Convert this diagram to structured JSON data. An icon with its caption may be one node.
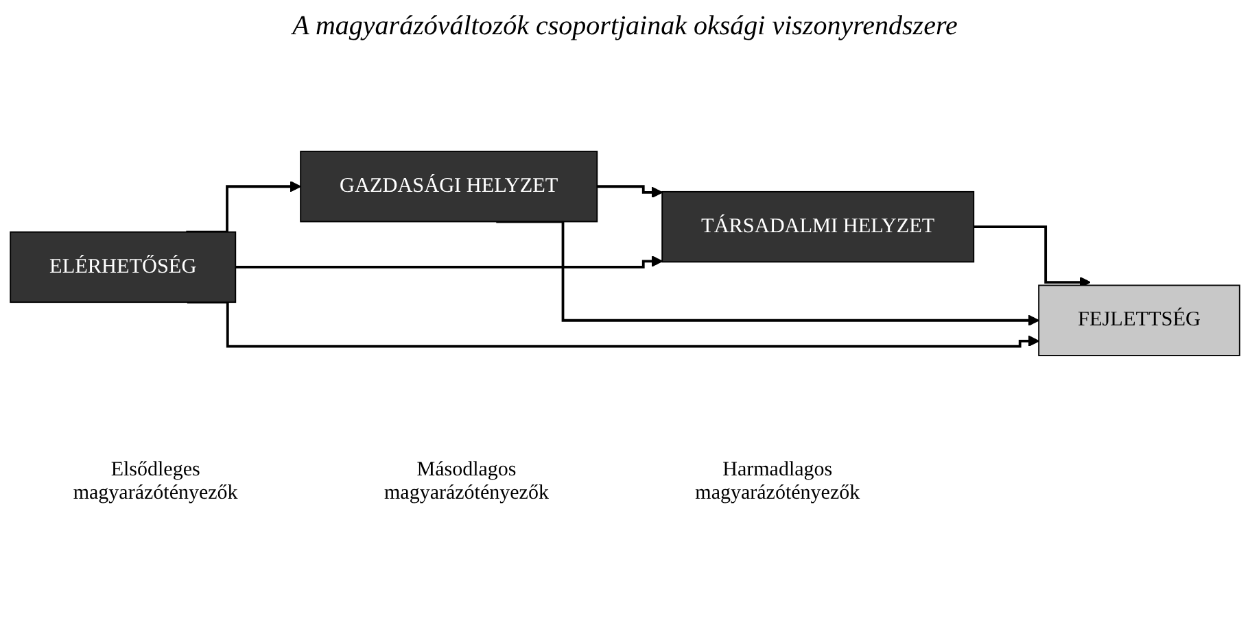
{
  "diagram": {
    "title": "A magyarázóváltozók csoportjainak oksági viszonyrendszere",
    "nodes": [
      {
        "text": [
          "ELÉRHETŐSÉG"
        ]
      },
      {
        "text": [
          "GAZDASÁGI HELYZET"
        ]
      },
      {
        "text": [
          "TÁRSADALMI HELYZET"
        ]
      },
      {
        "text": [
          "FEJLETTSÉG"
        ]
      }
    ],
    "edges": [
      {
        "from": 0,
        "to": 1,
        "arrow": "to"
      },
      {
        "from": 1,
        "to": 2,
        "arrow": "to"
      },
      {
        "from": 2,
        "to": 3,
        "arrow": "to"
      },
      {
        "from": 0,
        "to": 2,
        "arrow": "to"
      },
      {
        "from": 1,
        "to": 3,
        "arrow": "to"
      },
      {
        "from": 0,
        "to": 3,
        "arrow": "to"
      }
    ],
    "labels": [
      "Elsődleges magyarázótényezők",
      "Másodlagos magyarázótényezők",
      "Harmadlagos magyarázótényezők"
    ]
  }
}
